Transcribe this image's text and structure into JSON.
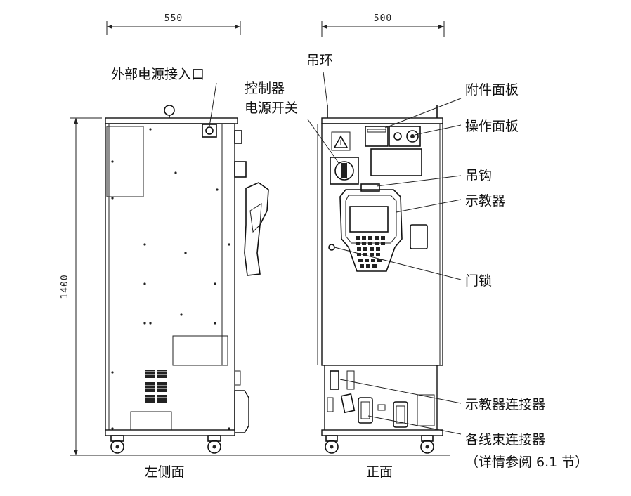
{
  "dimensions": {
    "side_width": "550",
    "front_width": "500",
    "height": "1400"
  },
  "views": {
    "side": "左侧面",
    "front": "正面"
  },
  "callouts": {
    "external_power_inlet": "外部电源接入口",
    "controller_power_switch_line1": "控制器",
    "controller_power_switch_line2": "电源开关",
    "lifting_eye": "吊环",
    "accessory_panel": "附件面板",
    "operation_panel": "操作面板",
    "hook": "吊钩",
    "teach_pendant": "示教器",
    "door_lock": "门锁",
    "teach_pendant_connector": "示教器连接器",
    "harness_connectors": "各线束连接器",
    "harness_note": "（详情参阅 6.1 节）"
  }
}
